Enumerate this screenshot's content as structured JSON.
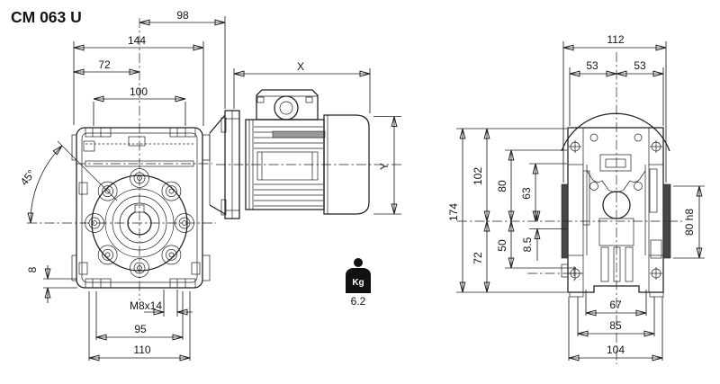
{
  "title": "CM 063 U",
  "front_view": {
    "dims": {
      "overhang_98": "98",
      "width_144": "144",
      "center_72": "72",
      "top_holes_100": "100",
      "motor_length_x": "X",
      "motor_height_y": "Y",
      "angle": "45°",
      "foot_thickness_8": "8",
      "mount_thread": "M8x14",
      "holes_95": "95",
      "feet_110": "110"
    }
  },
  "side_view": {
    "dims": {
      "depth_112": "112",
      "half_left_53": "53",
      "half_right_53": "53",
      "height_174": "174",
      "upper_102": "102",
      "side_holes_80": "80",
      "inner_63": "63",
      "lower_72": "72",
      "foot_drop_50": "50",
      "offset_8_5": "8.5",
      "boss_80h8": "80 h8",
      "feet_67": "67",
      "feet_85": "85",
      "feet_104": "104"
    }
  },
  "weight": {
    "unit": "Kg",
    "value": "6.2"
  }
}
